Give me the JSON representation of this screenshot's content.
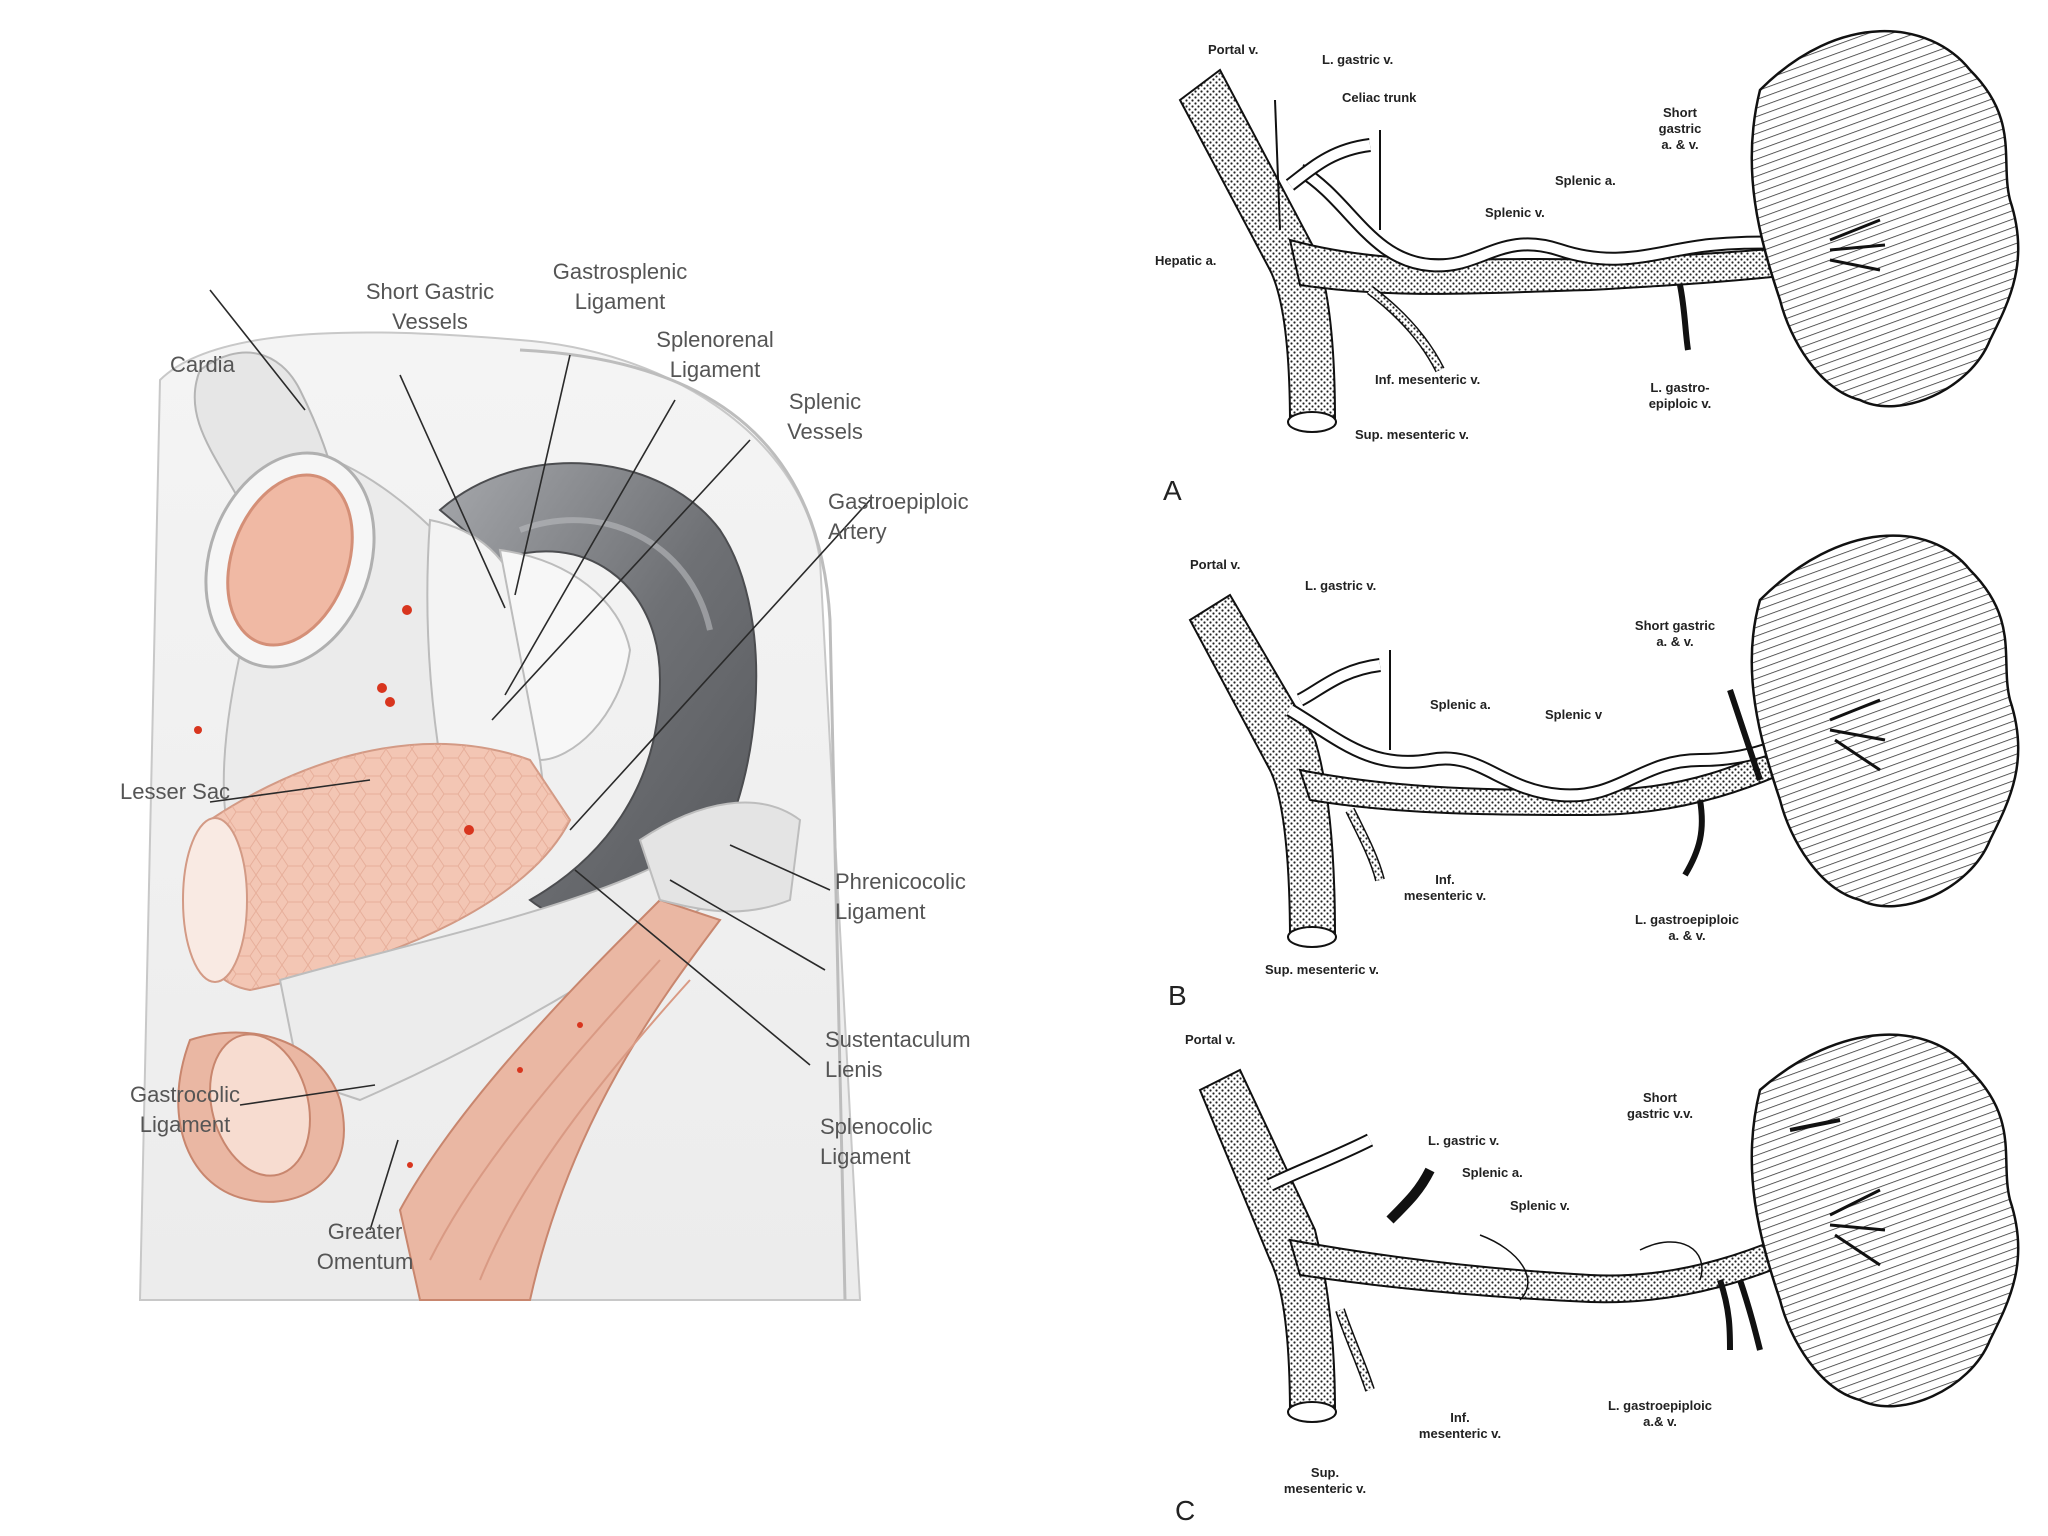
{
  "left_figure": {
    "labels": {
      "cardia": "Cardia",
      "short_gastric_1": "Short Gastric",
      "short_gastric_2": "Vessels",
      "gastrosplenic_1": "Gastrosplenic",
      "gastrosplenic_2": "Ligament",
      "splenorenal_1": "Splenorenal",
      "splenorenal_2": "Ligament",
      "splenic_vessels_1": "Splenic",
      "splenic_vessels_2": "Vessels",
      "gastroepiploic_1": "Gastroepiploic",
      "gastroepiploic_2": "Artery",
      "lesser_sac": "Lesser Sac",
      "phrenicocolic_1": "Phrenicocolic",
      "phrenicocolic_2": "Ligament",
      "sustentaculum_1": "Sustentaculum",
      "sustentaculum_2": "Lienis",
      "gastrocolic_1": "Gastrocolic",
      "gastrocolic_2": "Ligament",
      "splenocolic_1": "Splenocolic",
      "splenocolic_2": "Ligament",
      "greater_omentum_1": "Greater",
      "greater_omentum_2": "Omentum"
    }
  },
  "panel_a": {
    "letter": "A",
    "labels": {
      "portal_v": "Portal v.",
      "l_gastric_v": "L. gastric v.",
      "celiac_trunk": "Celiac trunk",
      "short_gastric_1": "Short",
      "short_gastric_2": "gastric",
      "short_gastric_3": "a. & v.",
      "splenic_a": "Splenic a.",
      "splenic_v": "Splenic v.",
      "hepatic_a": "Hepatic a.",
      "inf_mesenteric_v": "Inf. mesenteric v.",
      "l_gastroepiploic_1": "L. gastro-",
      "l_gastroepiploic_2": "epiploic v.",
      "sup_mesenteric_v": "Sup. mesenteric v."
    }
  },
  "panel_b": {
    "letter": "B",
    "labels": {
      "portal_v": "Portal v.",
      "l_gastric_v": "L. gastric v.",
      "short_gastric_1": "Short gastric",
      "short_gastric_2": "a. & v.",
      "splenic_a": "Splenic a.",
      "splenic_v": "Splenic v",
      "inf_mesenteric_1": "Inf.",
      "inf_mesenteric_2": "mesenteric v.",
      "l_gastroepiploic_1": "L. gastroepiploic",
      "l_gastroepiploic_2": "a. & v.",
      "sup_mesenteric_v": "Sup. mesenteric v."
    }
  },
  "panel_c": {
    "letter": "C",
    "labels": {
      "portal_v": "Portal v.",
      "short_gastric_1": "Short",
      "short_gastric_2": "gastric v.v.",
      "l_gastric_v": "L. gastric v.",
      "splenic_a": "Splenic a.",
      "splenic_v": "Splenic v.",
      "l_gastroepiploic_1": "L. gastroepiploic",
      "l_gastroepiploic_2": "a.& v.",
      "inf_mesenteric_1": "Inf.",
      "inf_mesenteric_2": "mesenteric v.",
      "sup_mesenteric_1": "Sup.",
      "sup_mesenteric_2": "mesenteric v."
    }
  },
  "colors": {
    "spleen_dark": "#7d7f83",
    "stomach_pink": "#f2c9b8",
    "colon_pink": "#eab7a3",
    "vessel_red": "#d8351e",
    "ligament_grey": "#e8e8e8"
  }
}
